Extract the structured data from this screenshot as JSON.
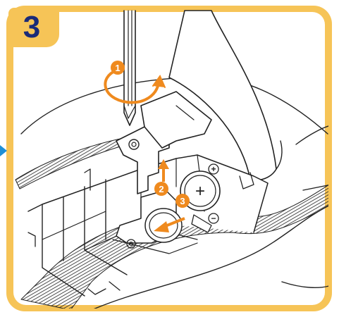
{
  "step": {
    "number": "3"
  },
  "callouts": [
    {
      "label": "1"
    },
    {
      "label": "2"
    },
    {
      "label": "3"
    }
  ],
  "battery": {
    "plus_mark": "+",
    "minus_mark": "−",
    "terminal_plus": "+"
  },
  "colors": {
    "frame": "#f6c457",
    "step_number": "#1a2a78",
    "arrow": "#ef8a1e",
    "pointer": "#1e8fd6"
  },
  "icons": [
    "screwdriver-icon",
    "rotate-arrow-icon",
    "up-arrow-icon",
    "left-arrow-icon",
    "coin-battery-icon"
  ]
}
